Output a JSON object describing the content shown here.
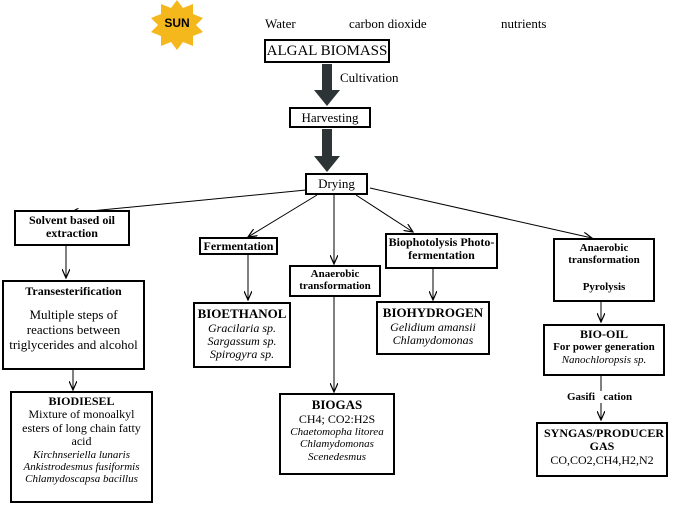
{
  "inputs": {
    "sun": "SUN",
    "water": "Water",
    "co2": "carbon dioxide",
    "nutrients": "nutrients"
  },
  "main": {
    "biomass": "ALGAL BIOMASS",
    "cultivation": "Cultivation",
    "harvesting": "Harvesting",
    "drying": "Drying"
  },
  "routes": {
    "solvent": "Solvent based oil extraction",
    "transesterification": {
      "title": "Transesterification",
      "desc": "Multiple steps of reactions between triglycerides and alcohol"
    },
    "biodiesel": {
      "title": "BIODIESEL",
      "desc": "Mixture of monoalkyl esters of long chain fatty acid",
      "species": [
        "Kirchnseriella lunaris",
        "Ankistrodesmus fusiformis",
        "Chlamydoscapsa bacillus"
      ]
    },
    "fermentation": "Fermentation",
    "bioethanol": {
      "title": "BIOETHANOL",
      "species": [
        "Gracilaria sp.",
        "Sargassum sp.",
        "Spirogyra sp."
      ]
    },
    "anaerobic_mid": "Anaerobic transformation",
    "biogas": {
      "title": "BIOGAS",
      "desc": "CH4; CO2:H2S",
      "species": [
        "Chaetomopha litorea",
        "Chlamydomonas",
        "Scenedesmus"
      ]
    },
    "biophotolysis": "Biophotolysis Photo-fermentation",
    "biohydrogen": {
      "title": "BIOHYDROGEN",
      "species": [
        "Gelidium amansii",
        "Chlamydomonas"
      ]
    },
    "anaerobic_right": "Anaerobic transformation",
    "pyrolysis": "Pyrolysis",
    "biooil": {
      "title": "BIO-OIL",
      "desc": "For power generation",
      "species": [
        "Nanochloropsis sp."
      ]
    },
    "gasification": "Gasifi   cation",
    "syngas": {
      "title": "SYNGAS/PRODUCER GAS",
      "desc": "CO,CO2,CH4,H2,N2"
    }
  },
  "colors": {
    "sun": "#f5b81c",
    "line": "#000000",
    "shaft": "#2d3436"
  }
}
